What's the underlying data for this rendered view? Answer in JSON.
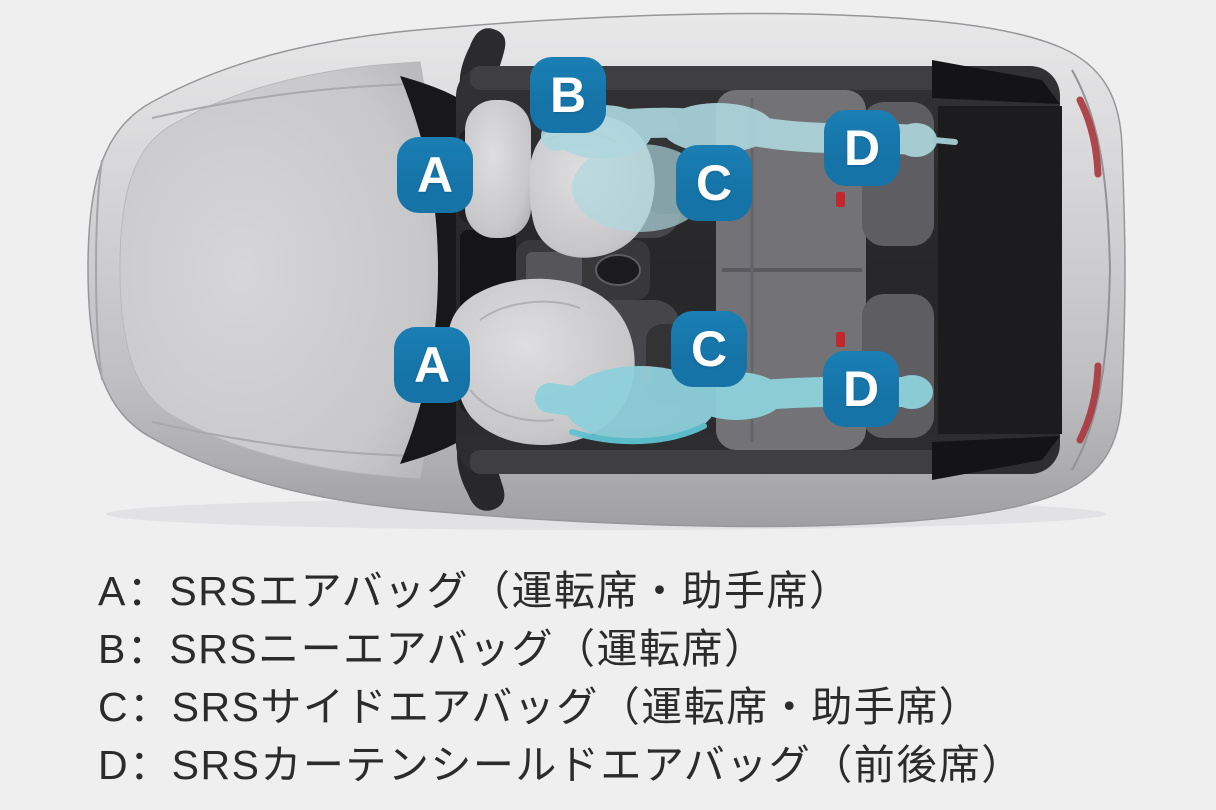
{
  "colors": {
    "page_bg": "#efefef",
    "badge_blue": "#1573a7",
    "badge_blue_light": "#1a7fb4",
    "badge_letter": "#ffffff",
    "curtain_cyan": "#aed8df",
    "side_cyan": "#8ed1db",
    "side_cyan_bright": "#5fc3d2",
    "front_airbag_gray": "#cdcdcf",
    "legend_text": "#2b2b2b"
  },
  "badges": [
    {
      "label": "A"
    },
    {
      "label": "B"
    },
    {
      "label": "C"
    },
    {
      "label": "D"
    },
    {
      "label": "A"
    },
    {
      "label": "C"
    },
    {
      "label": "D"
    }
  ],
  "legend": {
    "items": [
      {
        "text": "A：SRSエアバッグ（運転席・助手席）"
      },
      {
        "text": "B：SRSニーエアバッグ（運転席）"
      },
      {
        "text": "C：SRSサイドエアバッグ（運転席・助手席）"
      },
      {
        "text": "D：SRSカーテンシールドエアバッグ（前後席）"
      }
    ]
  }
}
